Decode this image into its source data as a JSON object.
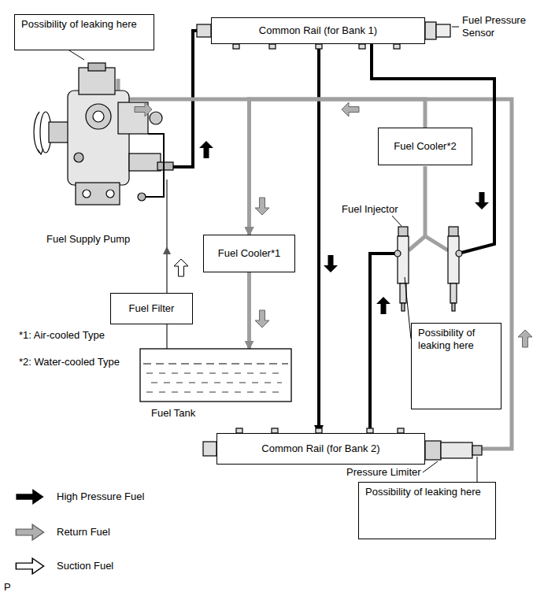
{
  "diagram": {
    "nodes": [
      {
        "text": [
          "Possibility of leaking here"
        ]
      },
      {
        "text": [
          "Common Rail (for Bank 1)"
        ]
      },
      {
        "text": [
          "Fuel Supply Pump"
        ]
      },
      {
        "text": [
          "Fuel Cooler*2"
        ]
      },
      {
        "text": [
          "Fuel Cooler*1"
        ]
      },
      {
        "text": [
          "Fuel Filter"
        ]
      },
      {
        "text": [
          "Possibility of leaking here"
        ]
      },
      {
        "text": [
          "Fuel Tank"
        ]
      },
      {
        "text": [
          "Common Rail (for Bank 2)"
        ]
      },
      {
        "text": [
          "Possibility of leaking here"
        ]
      }
    ],
    "edges": [
      {
        "from": 0,
        "to": 2,
        "arrow": "none"
      },
      {
        "from": 2,
        "to": 1,
        "arrow": "to"
      },
      {
        "from": 1,
        "to": 8,
        "arrow": "to"
      },
      {
        "from": 5,
        "to": 2,
        "arrow": "to"
      },
      {
        "from": 7,
        "to": 5,
        "arrow": "none"
      },
      {
        "from": 2,
        "to": 4,
        "arrow": "to"
      },
      {
        "from": 3,
        "to": 4,
        "arrow": "to"
      },
      {
        "from": 8,
        "to": 4,
        "arrow": "to"
      },
      {
        "from": 4,
        "to": 7,
        "arrow": "to"
      }
    ],
    "labels": [
      "Fuel Pressure Sensor",
      "Fuel Injector",
      "*1: Air-cooled Type",
      "*2: Water-cooled Type",
      "Pressure Limiter",
      "P"
    ],
    "legend": [
      {
        "text": "High Pressure Fuel"
      },
      {
        "text": "Return Fuel"
      },
      {
        "text": "Suction Fuel"
      }
    ]
  }
}
